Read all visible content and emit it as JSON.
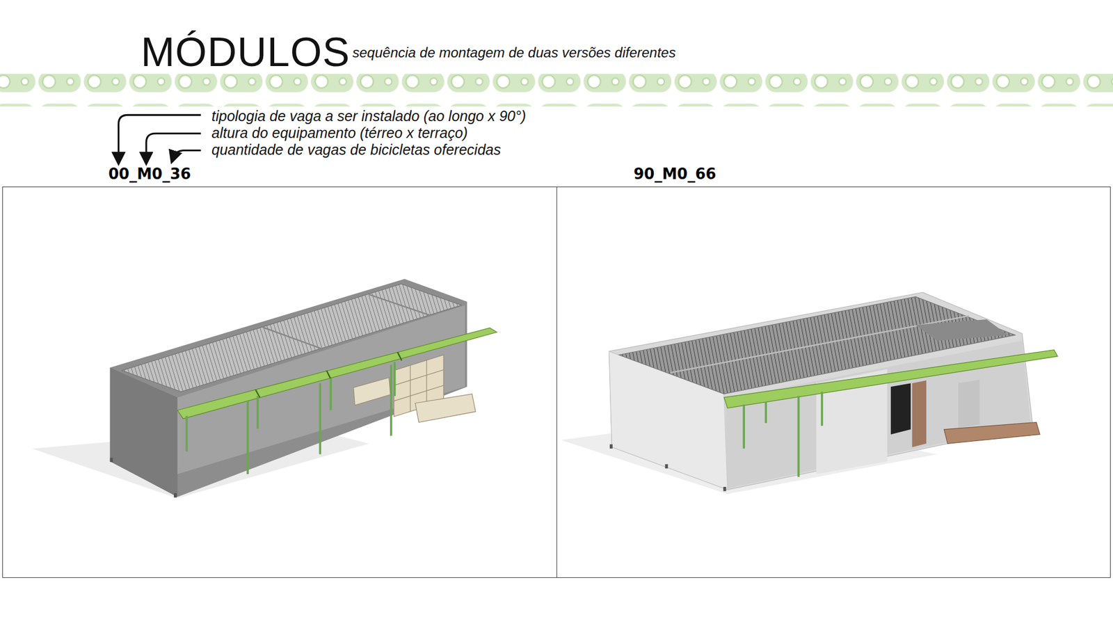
{
  "diagram": {
    "title": "MÓDULOS",
    "nodes": [
      {
        "text": [
          "00_M0_36"
        ]
      },
      {
        "text": [
          "90_M0_66"
        ]
      }
    ],
    "labels": [
      "sequência de montagem de duas versões diferentes",
      "tipologia de vaga a ser instalado (ao longo x 90°)",
      "altura do equipamento (térreo x terraço)",
      "quantidade de vagas de bicicletas oferecidas"
    ]
  }
}
